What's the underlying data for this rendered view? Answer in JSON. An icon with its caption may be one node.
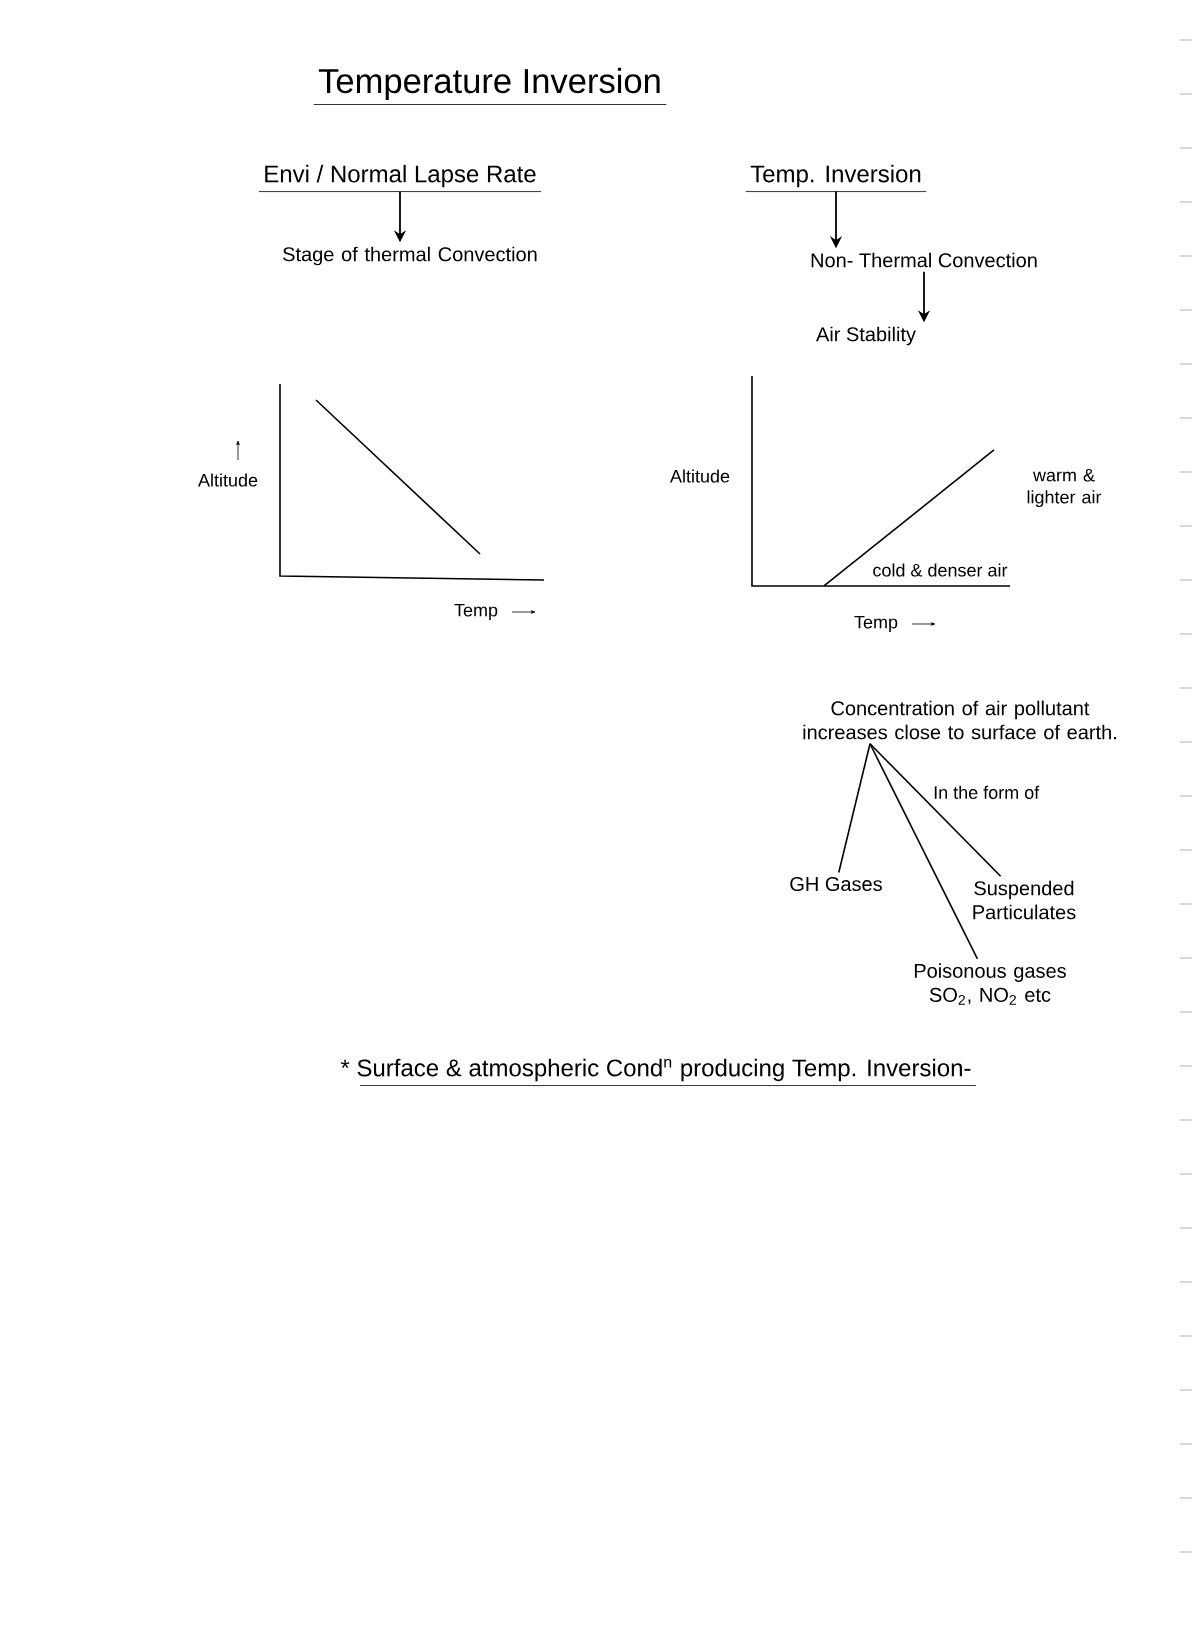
{
  "diagram": {
    "title": "Temperature Inversion",
    "nodes": [
      {
        "text": [
          "Envi / Normal Lapse Rate"
        ]
      },
      {
        "text": [
          "Stage of thermal Convection"
        ]
      },
      {
        "text": [
          "Temp. Inversion"
        ]
      },
      {
        "text": [
          "Non- Thermal Convection"
        ]
      },
      {
        "text": [
          "Air Stability"
        ]
      },
      {
        "text": [
          "Concentration of air pollutant increases close to surface of earth."
        ]
      },
      {
        "text": [
          "GH Gases"
        ]
      },
      {
        "text": [
          "Poisonous gases SO$_{2}$, NO$_{2}$ etc"
        ]
      },
      {
        "text": [
          "Suspended Particulates"
        ]
      }
    ],
    "edges": [
      {
        "from": 0,
        "to": 1,
        "arrow": "to"
      },
      {
        "from": 2,
        "to": 3,
        "arrow": "to"
      },
      {
        "from": 3,
        "to": 4,
        "arrow": "to"
      },
      {
        "from": 5,
        "to": 6,
        "arrow": "none"
      },
      {
        "from": 5,
        "to": 7,
        "arrow": "none"
      },
      {
        "from": 5,
        "to": 8,
        "arrow": "none",
        "label": "In the form of"
      }
    ],
    "labels": [
      "Altitude",
      "Temp",
      "Altitude",
      "warm & lighter air",
      "cold & denser air",
      "Temp",
      "* Surface & atmospheric Cond$^{n}$ producing Temp. Inversion-"
    ]
  }
}
